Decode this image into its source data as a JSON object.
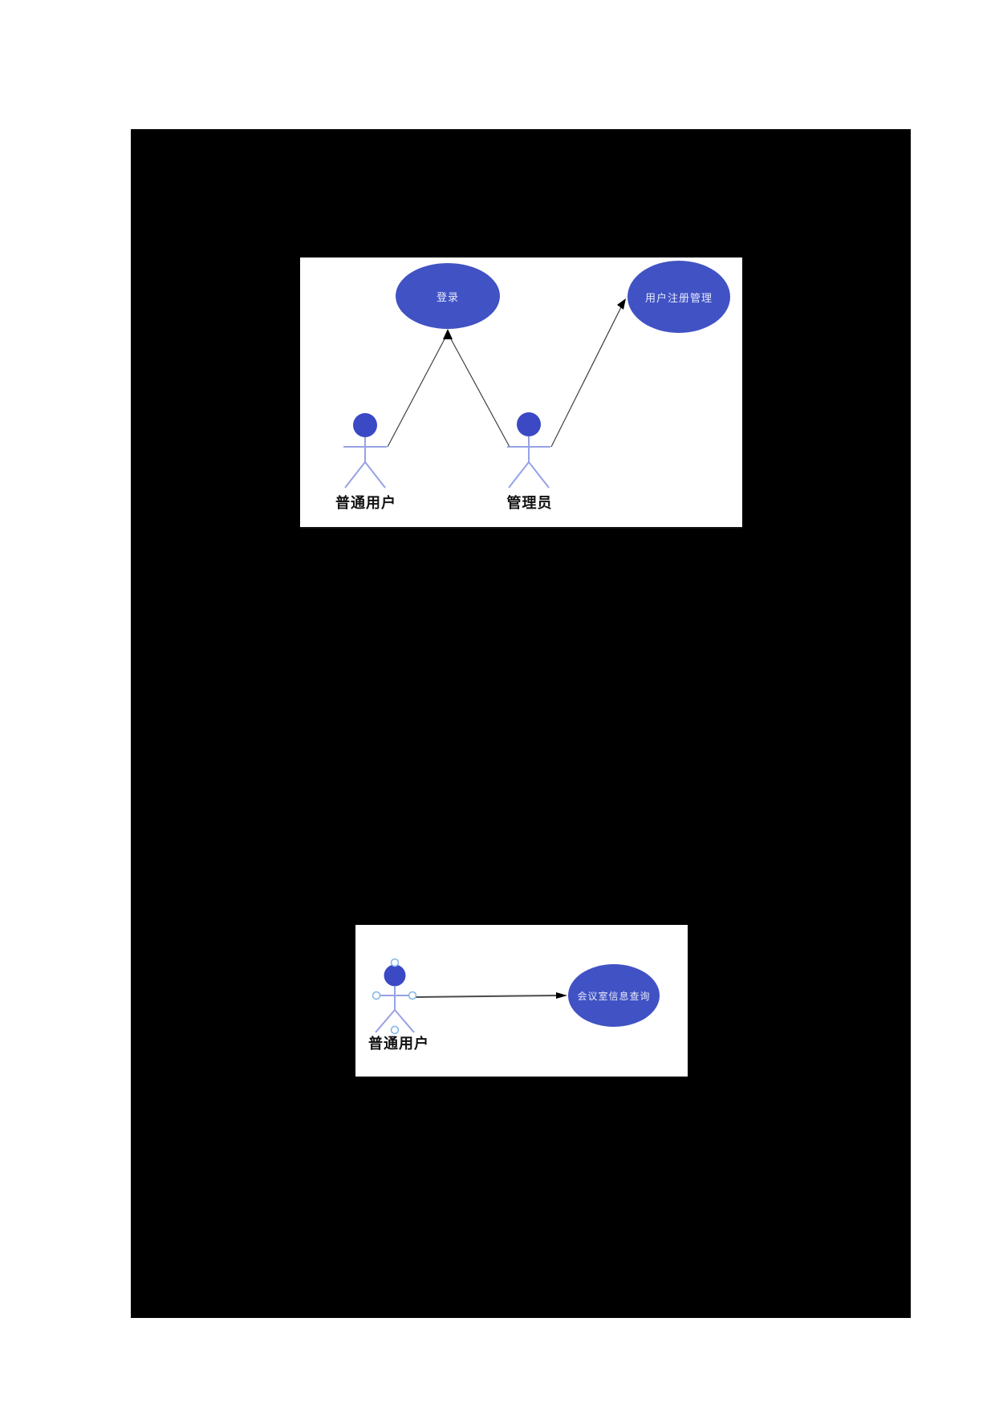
{
  "document": {
    "background_color": "#ffffff",
    "canvas_color": "#000000",
    "panel_background": "#ffffff"
  },
  "colors": {
    "use_case_fill": "#4152c4",
    "use_case_text": "#e6ebfa",
    "actor_head_fill": "#3b49c4",
    "actor_limb": "#96a2e4",
    "actor_label_color": "#111111",
    "connector_line": "#3f3f3f",
    "arrowhead": "#000000",
    "selection_handle": "#7fb7e6"
  },
  "diagram1": {
    "use_cases": [
      {
        "label": "登录"
      },
      {
        "label": "用户注册管理"
      }
    ],
    "actors": [
      {
        "label": "普通用户"
      },
      {
        "label": "管理员"
      }
    ],
    "associations": [
      {
        "from": "普通用户",
        "to": "登录"
      },
      {
        "from": "管理员",
        "to": "登录"
      },
      {
        "from": "管理员",
        "to": "用户注册管理"
      }
    ]
  },
  "diagram2": {
    "use_cases": [
      {
        "label": "会议室信息查询"
      }
    ],
    "actors": [
      {
        "label": "普通用户",
        "selected": true
      }
    ],
    "associations": [
      {
        "from": "普通用户",
        "to": "会议室信息查询"
      }
    ]
  }
}
